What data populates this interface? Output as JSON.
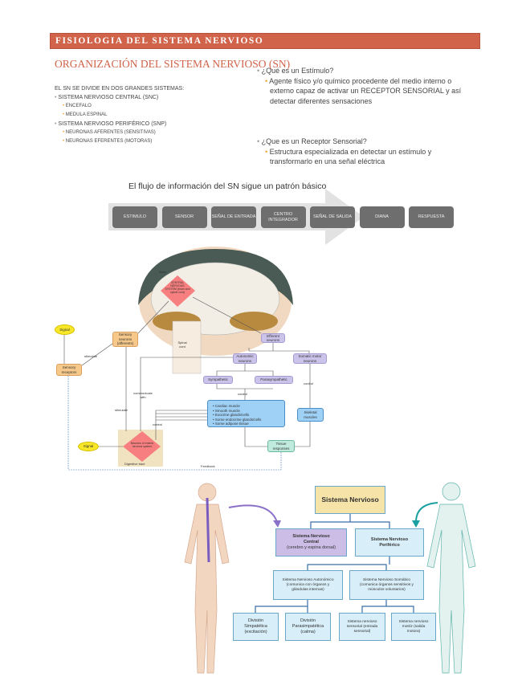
{
  "header": {
    "title": "FISIOLOGIA DEL SISTEMA NERVIOSO",
    "color": "#d0634a"
  },
  "section_title": "ORGANIZACIÓN DEL SISTEMA NERVIOSO  (SN)",
  "left": {
    "intro": "EL SN SE DIVIDE EN DOS GRANDES SISTEMAS:",
    "snc": "SISTEMA NERVIOSO CENTRAL (SNC)",
    "snc_items": [
      "ENCEFALO",
      "MEDULA ESPINAL"
    ],
    "snp": "SISTEMA NERVIOSO PERIFÉRICO (SNP)",
    "snp_items": [
      "NEURONAS AFERENTES (SENSITIVAS)",
      "NEURONAS EFERENTES (MOTORAS)"
    ]
  },
  "right": {
    "q1": "¿Qué es un Estímulo?",
    "a1": "Agente físico y/o químico procedente del medio interno o externo capaz de activar un RECEPTOR SENSORIAL y así detectar diferentes sensaciones",
    "q2": "¿Que es un Receptor Sensorial?",
    "a2": "Estructura especializada en detectar un estímulo y transformarlo en una señal eléctrica"
  },
  "flow": {
    "title": "El flujo de información del SN sigue un patrón básico",
    "steps": [
      "ESTIMULO",
      "SENSOR",
      "SEÑAL DE ENTRADA",
      "CENTRO INTEGRADOR",
      "SEÑAL DE SALIDA",
      "DIANA",
      "RESPUESTA"
    ]
  },
  "diagram1": {
    "brain": "Brain",
    "cns": "CENTRAL NERVOUS SYSTEM (brain and spinal cord)",
    "signal": "Signal",
    "sensory_receptors": "Sensory receptors",
    "sensory_neurons": "Sensory neurons (afferents)",
    "stimulate": "stimulate",
    "spinal_cord": "Spinal cord",
    "efferent": "Efferent neurons",
    "autonomic": "Autonomic neurons",
    "somatic": "Somatic motor neurons",
    "sympathetic": "Sympathetic",
    "parasympathetic": "Parasympathetic",
    "control": "control",
    "communicate": "communicate with",
    "targets": [
      "Cardiac muscle",
      "Smooth muscle",
      "Exocrine glands/cells",
      "Some endocrine glands/cells",
      "Some adipose tissue"
    ],
    "skeletal": "Skeletal muscles",
    "enteric": "Neurons of enteric nervous system",
    "digestive": "Digestive tract",
    "tissue": "Tissue responses",
    "feedback": "Feedback"
  },
  "diagram2": {
    "root": "Sistema Nervioso",
    "snc_title": "Sistema Nervioso Central",
    "snc_sub": "(cerebro y espina dorsal)",
    "snp_title": "Sistema Nervioso Periférico",
    "auto": "Sistema Nervioso Autonómico (comunica con órganos y glándulas internas)",
    "soma": "Sistema Nervioso Somático (comunica órganos sensitivos y músculos voluntarios)",
    "simp": "División Simpatética (excitación)",
    "para": "División Parasimpatética (calma)",
    "sens": "Sistema nervioso sensorial (entrada sensorial)",
    "motr": "Sistema nervioso motriz (salida motora)"
  }
}
